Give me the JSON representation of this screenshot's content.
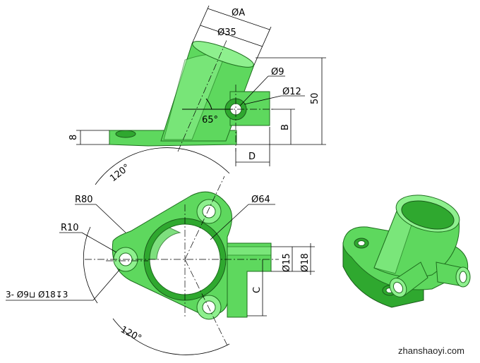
{
  "colors": {
    "part": "#5ed85e",
    "part_light": "#8ef08e",
    "part_dark": "#2fa82f",
    "lines": "#000000"
  },
  "front_view": {
    "dia_a": "ØA",
    "dia_35": "Ø35",
    "dia_9": "Ø9",
    "dia_12": "Ø12",
    "dim_50": "50",
    "dim_b": "B",
    "dim_8": "8",
    "angle_65": "65°",
    "dim_d": "D"
  },
  "top_view": {
    "angle_top": "120°",
    "angle_bottom": "120°",
    "r80": "R80",
    "r10": "R10",
    "dia_64": "Ø64",
    "dia_15": "Ø15",
    "dia_18": "Ø18",
    "dim_c": "C",
    "hole_note": "3- Ø9⊔ Ø18↧3"
  },
  "watermark": "zhanshaoyi.com"
}
